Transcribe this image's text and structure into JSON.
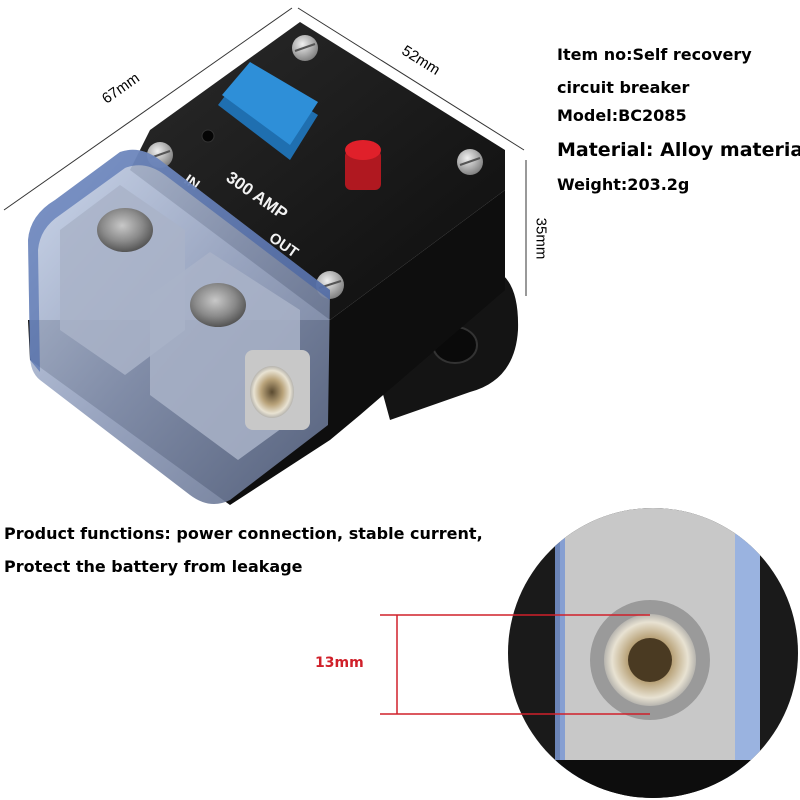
{
  "dimensions": {
    "length": "67mm",
    "width": "52mm",
    "height": "35mm",
    "terminal_hole": "13mm"
  },
  "specs": {
    "item_no_line1": "Item no:Self recovery",
    "item_no_line2": "circuit breaker",
    "model": "Model:BC2085",
    "material": "Material: Alloy material",
    "weight": "Weight:203.2g"
  },
  "device_markings": {
    "in": "IN",
    "rating": "300 AMP",
    "out": "OUT"
  },
  "functions": {
    "line1": "Product functions: power connection, stable current,",
    "line2": "Protect the battery from leakage"
  },
  "colors": {
    "reset_button": "#2e8fd8",
    "trip_button": "#e0202a",
    "body": "#1a1a1a",
    "dimension_line": "#d0202a"
  }
}
